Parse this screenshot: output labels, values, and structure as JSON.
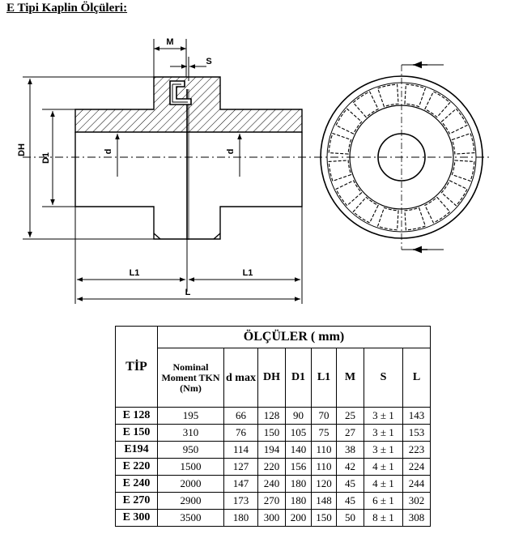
{
  "page": {
    "title": "E Tipi Kaplin Ölçüleri:"
  },
  "drawing": {
    "labels": {
      "M": "M",
      "S": "S",
      "DH": "DH",
      "D1": "D1",
      "d": "d",
      "L1": "L1",
      "L": "L"
    }
  },
  "table": {
    "group_header": "ÖLÇÜLER ( mm)",
    "col_tip": "TİP",
    "columns": [
      "Nominal Moment TKN (Nm)",
      "d max",
      "DH",
      "D1",
      "L1",
      "M",
      "S",
      "L"
    ],
    "rows": [
      [
        "E 128",
        "195",
        "66",
        "128",
        "90",
        "70",
        "25",
        "3 ± 1",
        "143"
      ],
      [
        "E 150",
        "310",
        "76",
        "150",
        "105",
        "75",
        "27",
        "3 ± 1",
        "153"
      ],
      [
        "E194",
        "950",
        "114",
        "194",
        "140",
        "110",
        "38",
        "3 ± 1",
        "223"
      ],
      [
        "E 220",
        "1500",
        "127",
        "220",
        "156",
        "110",
        "42",
        "4 ± 1",
        "224"
      ],
      [
        "E 240",
        "2000",
        "147",
        "240",
        "180",
        "120",
        "45",
        "4 ± 1",
        "244"
      ],
      [
        "E 270",
        "2900",
        "173",
        "270",
        "180",
        "148",
        "45",
        "6 ± 1",
        "302"
      ],
      [
        "E 300",
        "3500",
        "180",
        "300",
        "200",
        "150",
        "50",
        "8 ± 1",
        "308"
      ]
    ]
  }
}
